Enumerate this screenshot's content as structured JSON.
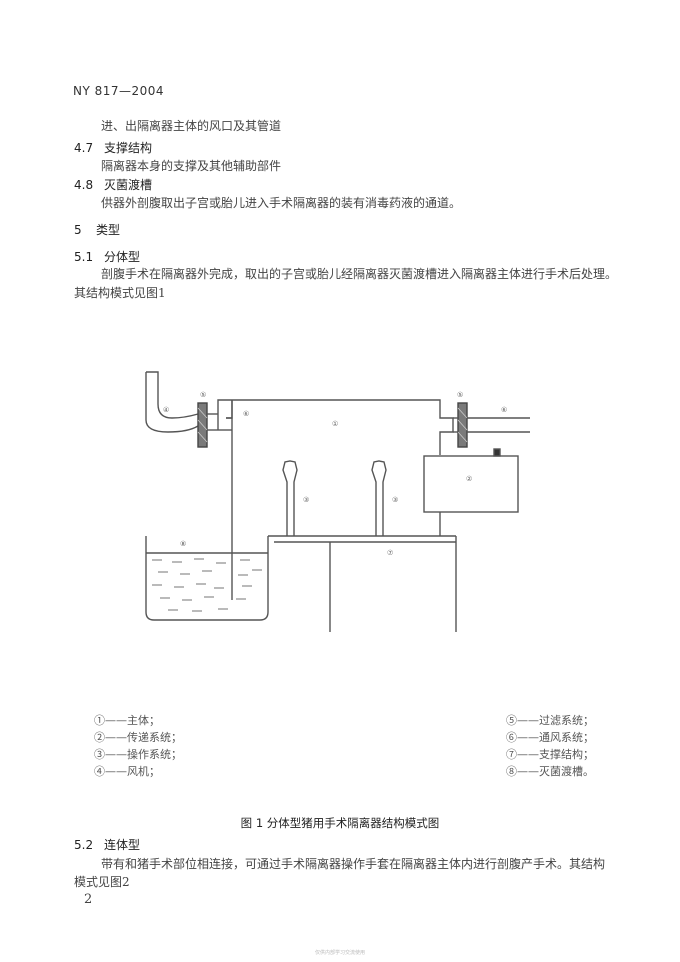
{
  "header": {
    "code": "NY 817—2004"
  },
  "sections": {
    "line_1": "进、出隔离器主体的风口及其管道",
    "s47_num": "4.7",
    "s47_title": "支撑结构",
    "s47_text": "隔离器本身的支撑及其他辅助部件",
    "s48_num": "4.8",
    "s48_title": "灭菌渡槽",
    "s48_text": "供器外剖腹取出子宫或胎儿进入手术隔离器的装有消毒药液的通道。",
    "s5_num": "5",
    "s5_title": "类型",
    "s51_num": "5.1",
    "s51_title": "分体型",
    "s51_text_1": "剖腹手术在隔离器外完成，取出的子宫或胎儿经隔离器灭菌渡槽进入隔离器主体进行手术后处理。",
    "s51_text_2": "其结构模式见图1",
    "s52_num": "5.2",
    "s52_title": "连体型",
    "s52_text_1": "带有和猪手术部位相连接，可通过手术隔离器操作手套在隔离器主体内进行剖腹产手术。其结构",
    "s52_text_2": "模式见图2"
  },
  "figure": {
    "labels": [
      "①",
      "②",
      "③",
      "④",
      "⑤",
      "⑥",
      "⑦",
      "⑧"
    ],
    "legend_left": [
      "①——主体；",
      "②——传递系统；",
      "③——操作系统；",
      "④——风机；"
    ],
    "legend_right": [
      "⑤——过滤系统；",
      "⑥——通风系统；",
      "⑦——支撑结构；",
      "⑧——灭菌渡槽。"
    ],
    "caption": "图 1   分体型猪用手术隔离器结构模式图"
  },
  "page_number": "2",
  "footer_watermark": "仅供内部学习交流使用"
}
